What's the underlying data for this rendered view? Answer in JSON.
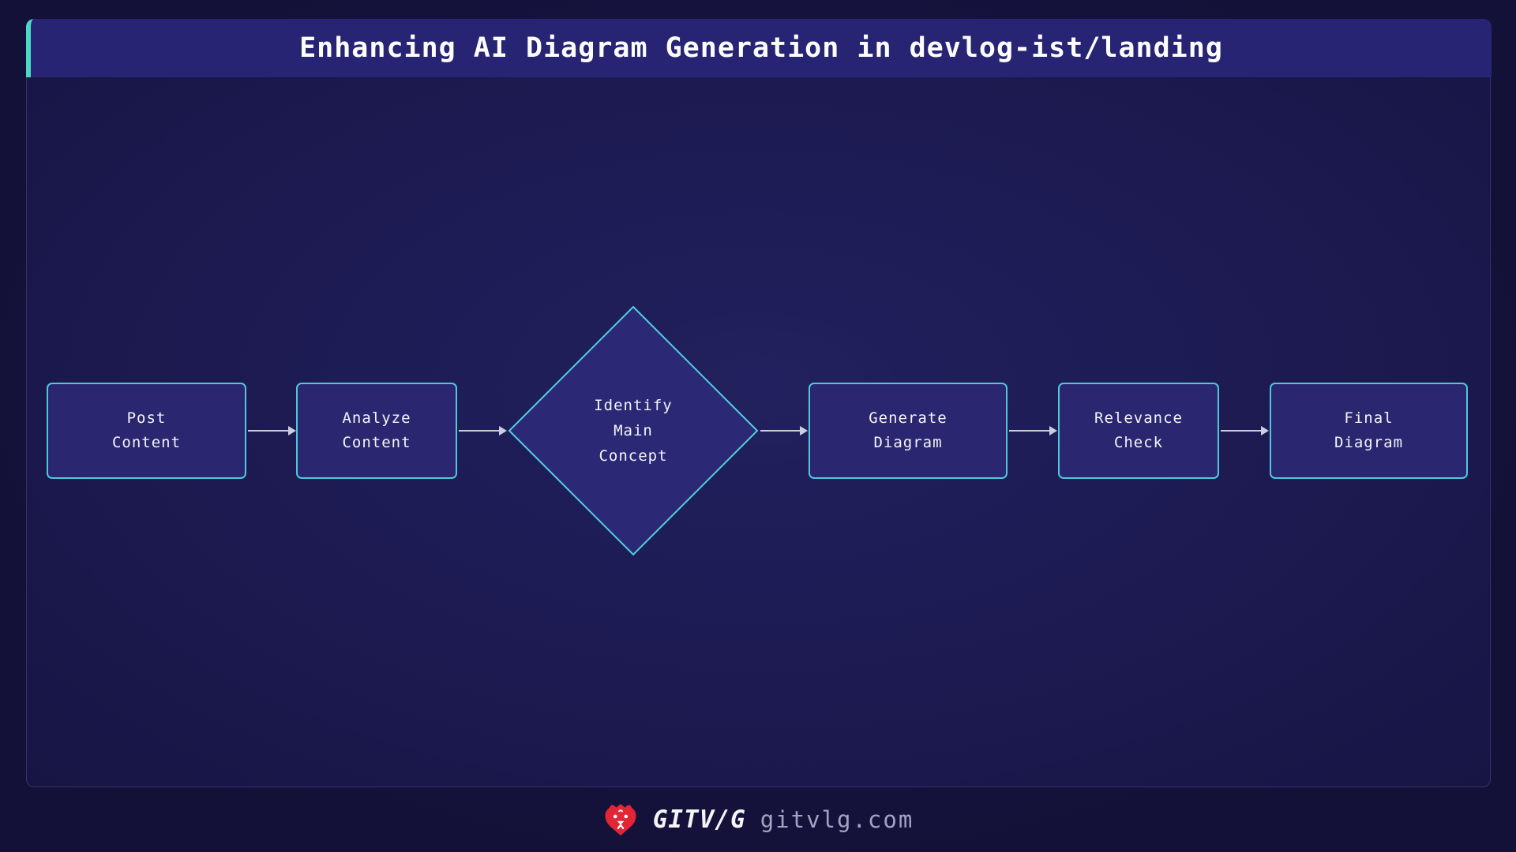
{
  "header": {
    "title": "Enhancing AI Diagram Generation in devlog-ist/landing"
  },
  "diagram": {
    "nodes": [
      {
        "id": "post-content",
        "shape": "rect",
        "lines": [
          "Post",
          "Content"
        ]
      },
      {
        "id": "analyze-content",
        "shape": "rect",
        "lines": [
          "Analyze",
          "Content"
        ]
      },
      {
        "id": "identify-main-concept",
        "shape": "diamond",
        "lines": [
          "Identify",
          "Main",
          "Concept"
        ]
      },
      {
        "id": "generate-diagram",
        "shape": "rect",
        "lines": [
          "Generate",
          "Diagram"
        ]
      },
      {
        "id": "relevance-check",
        "shape": "rect",
        "lines": [
          "Relevance",
          "Check"
        ]
      },
      {
        "id": "final-diagram",
        "shape": "rect",
        "lines": [
          "Final",
          "Diagram"
        ]
      }
    ],
    "edges": [
      {
        "from": "post-content",
        "to": "analyze-content"
      },
      {
        "from": "analyze-content",
        "to": "identify-main-concept"
      },
      {
        "from": "identify-main-concept",
        "to": "generate-diagram"
      },
      {
        "from": "generate-diagram",
        "to": "relevance-check"
      },
      {
        "from": "relevance-check",
        "to": "final-diagram"
      }
    ]
  },
  "footer": {
    "brand": "GITV/G",
    "url": "gitvlg.com",
    "logo_icon": "lion-icon"
  },
  "colors": {
    "accent_teal": "#4dd8c3",
    "header_bg": "#272473",
    "panel_bg": "#1d1b52",
    "outer_bg": "#131137",
    "node_fill": "#2a2770",
    "node_border": "#50c8da",
    "arrow": "#cdcde0",
    "text": "#f4f4f8",
    "url_text": "#a2a3c2",
    "logo_red": "#e32636"
  }
}
